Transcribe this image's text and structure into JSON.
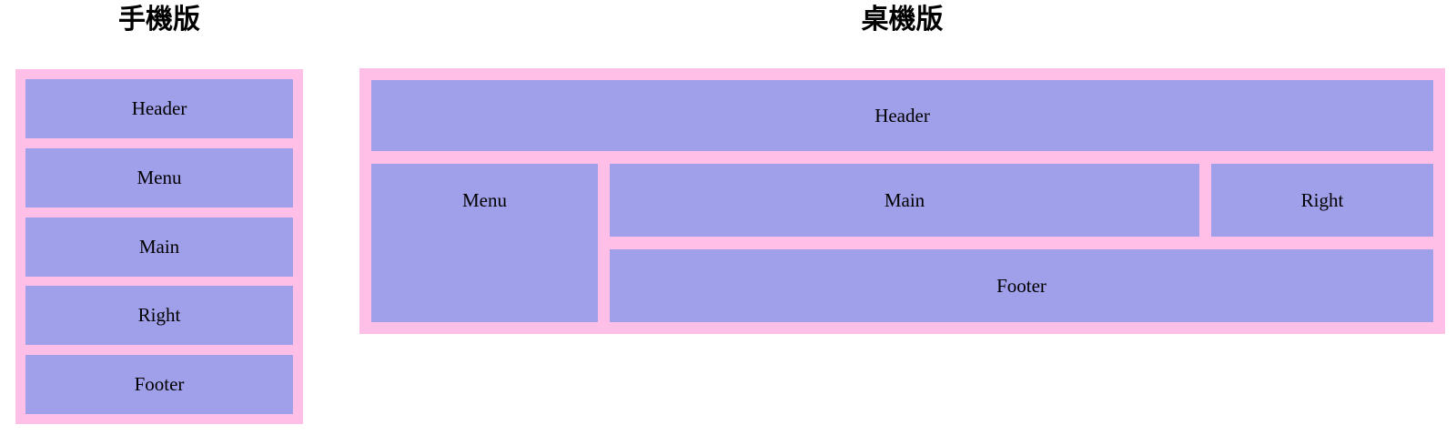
{
  "colors": {
    "background": "#ffffff",
    "container": "#ffbfe7",
    "box": "#a09fe9",
    "text": "#000000"
  },
  "mobile": {
    "title": "手機版",
    "boxes": [
      {
        "label": "Header"
      },
      {
        "label": "Menu"
      },
      {
        "label": "Main"
      },
      {
        "label": "Right"
      },
      {
        "label": "Footer"
      }
    ]
  },
  "desktop": {
    "title": "桌機版",
    "boxes": {
      "header": "Header",
      "menu": "Menu",
      "main": "Main",
      "right": "Right",
      "footer": "Footer"
    }
  }
}
